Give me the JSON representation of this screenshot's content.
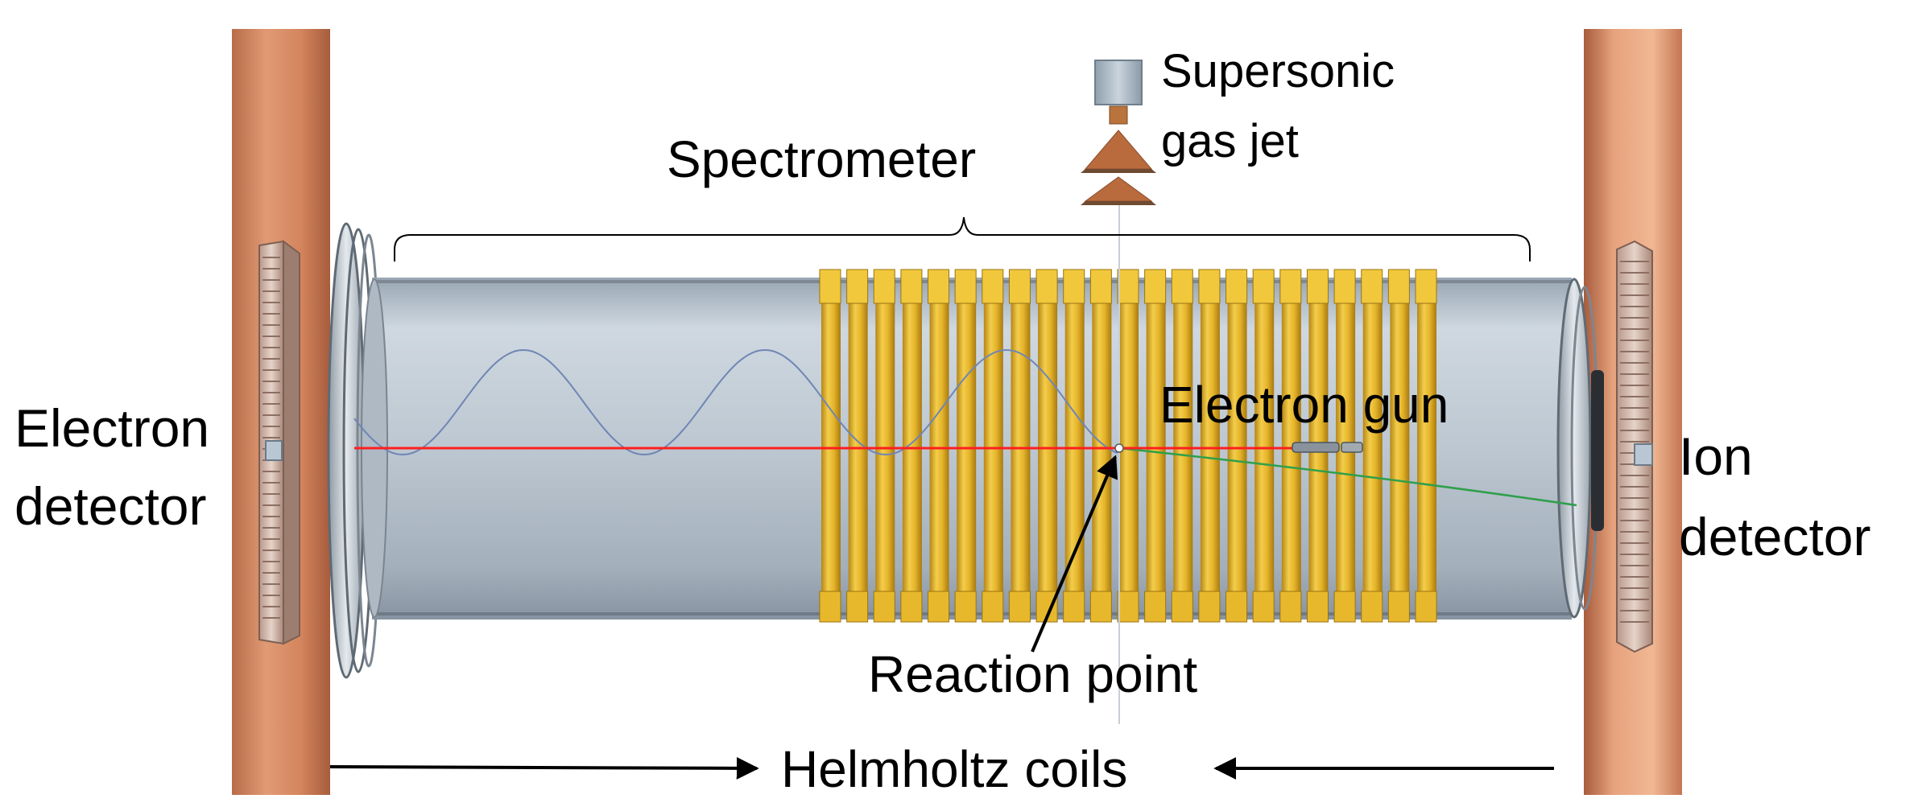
{
  "labels": {
    "spectrometer": "Spectrometer",
    "gas_jet_line1": "Supersonic",
    "gas_jet_line2": "gas jet",
    "electron_detector_line1": "Electron",
    "electron_detector_line2": "detector",
    "ion_detector_line1": "Ion",
    "ion_detector_line2": "detector",
    "electron_gun": "Electron gun",
    "reaction_point": "Reaction point",
    "helmholtz_coils": "Helmholtz coils"
  },
  "colors": {
    "copper": "#d98a62",
    "gold": "#e2b024",
    "tube": "#b9c4ce",
    "electron_beam": "#ff1f1f",
    "electron_trajectory": "#6f86b5",
    "ion_trajectory": "#2f9f4a",
    "detector": "#c8a898"
  },
  "electrode_ring_count": 23
}
